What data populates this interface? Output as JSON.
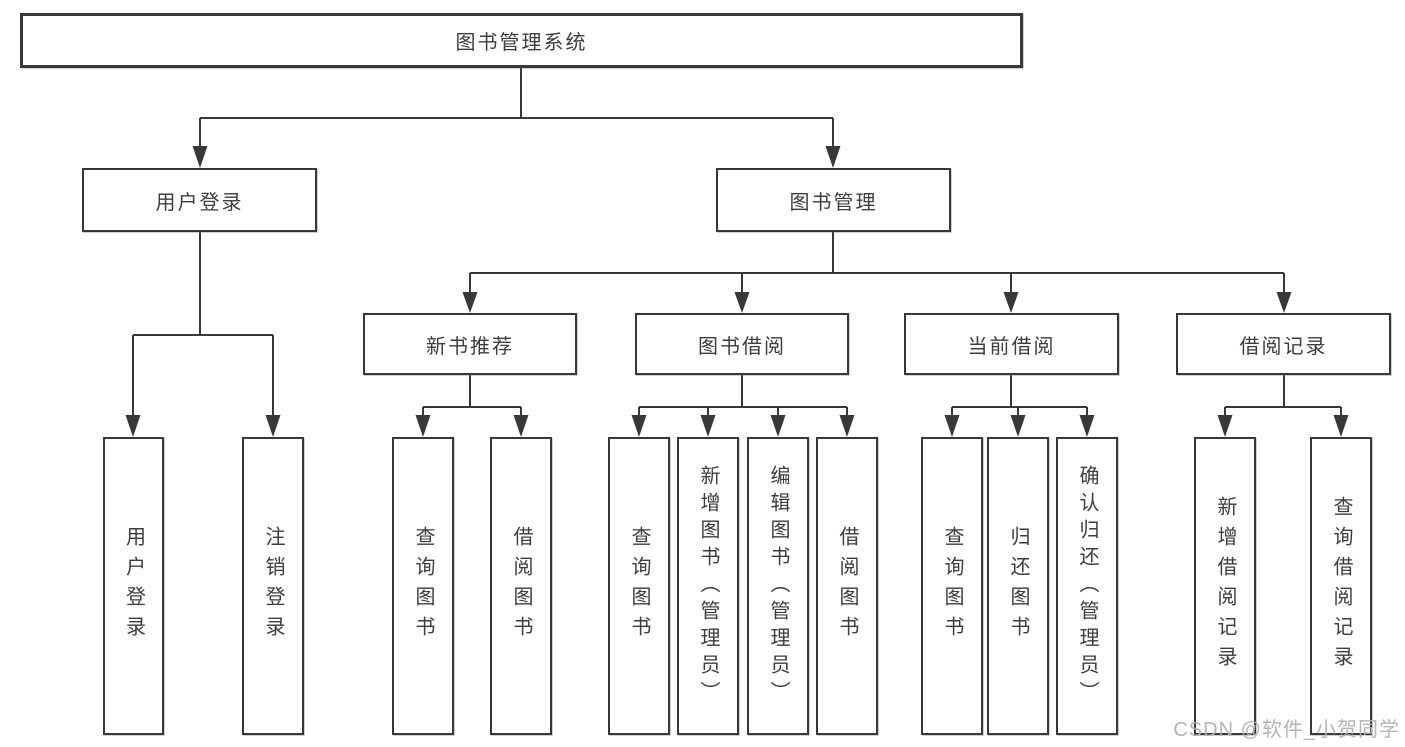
{
  "tree": {
    "label": "图书管理系统",
    "children": [
      {
        "label": "用户登录",
        "children": [
          {
            "label": "用户登录"
          },
          {
            "label": "注销登录"
          }
        ]
      },
      {
        "label": "图书管理",
        "children": [
          {
            "label": "新书推荐",
            "children": [
              {
                "label": "查询图书"
              },
              {
                "label": "借阅图书"
              }
            ]
          },
          {
            "label": "图书借阅",
            "children": [
              {
                "label": "查询图书"
              },
              {
                "label": "新增图书（管理员）"
              },
              {
                "label": "编辑图书（管理员）"
              },
              {
                "label": "借阅图书"
              }
            ]
          },
          {
            "label": "当前借阅",
            "children": [
              {
                "label": "查询图书"
              },
              {
                "label": "归还图书"
              },
              {
                "label": "确认归还（管理员）"
              }
            ]
          },
          {
            "label": "借阅记录",
            "children": [
              {
                "label": "新增借阅记录"
              },
              {
                "label": "查询借阅记录"
              }
            ]
          }
        ]
      }
    ]
  },
  "watermark": "CSDN @软件_小贺同学",
  "colors": {
    "line": "#383838",
    "box_border": "#383838",
    "text": "#3d3d3d",
    "background": "#ffffff",
    "watermark": "#b2b2b2"
  }
}
